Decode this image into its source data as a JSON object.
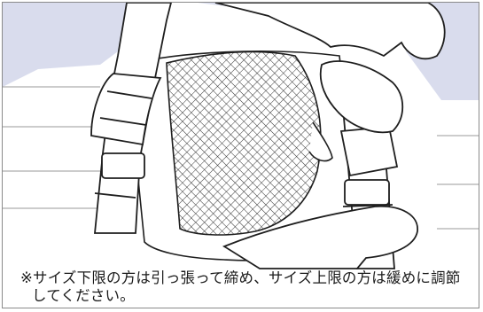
{
  "caption": {
    "line1": "※サイズ下限の方は引っ張って締め、サイズ上限の方は緩めに調節",
    "line2": "してください。"
  },
  "colors": {
    "background_tint": "#d9dced",
    "outline": "#1e1e1e",
    "frame": "#8a8a8a"
  },
  "icons": [
    "carrier-strap",
    "side-release-buckle",
    "mesh-panel",
    "hand"
  ]
}
